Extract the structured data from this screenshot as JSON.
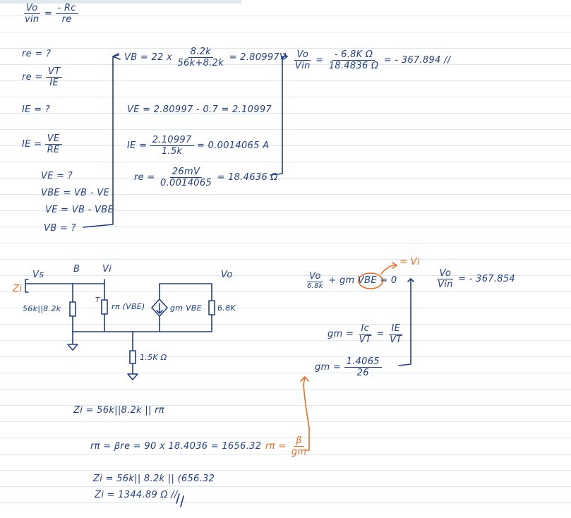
{
  "notes": {
    "gain_top": {
      "num": "Vo",
      "den": "vin",
      "rhs_num": "- Rc",
      "rhs_den": "re",
      "eq": "="
    },
    "re_q": "re = ?",
    "re_def": {
      "lhs": "re =",
      "num": "VT",
      "den": "IE"
    },
    "ie_q": "IE = ?",
    "ie_def": {
      "lhs": "IE =",
      "num": "VE",
      "den": "RE"
    },
    "ve_q": "VE = ?",
    "vbe": "VBE = VB - VE",
    "ve_eq": "VE = VB - VBE",
    "vb_q": "VB = ?",
    "vb_calc": {
      "lhs": "VB = 22 x",
      "num": "8.2k",
      "den": "56k+8.2k",
      "rhs": "= 2.80997V"
    },
    "ve_calc": "VE = 2.80997 - 0.7 = 2.10997",
    "ie_calc": {
      "lhs": "IE =",
      "num": "2.10997",
      "den": "1.5k",
      "rhs": "= 0.0014065 A"
    },
    "re_calc": {
      "lhs": "re =",
      "num": "26mV",
      "den": "0.0014065",
      "rhs": "= 18.4636 Ω"
    },
    "gain_calc": {
      "num": "Vo",
      "den": "Vin",
      "num2": "- 6.8K Ω",
      "den2": "18.4836 Ω",
      "rhs": "= - 367.894 //"
    }
  },
  "circuit": {
    "vs": "Vs",
    "zi": "Zi",
    "b": "B",
    "vi": "Vi",
    "vo": "Vo",
    "r_bias": "56k||8.2k",
    "r_pi": "rπ (VBE)",
    "gm": "gm VBE",
    "r_c": "6.8K",
    "r_e": "1.5K Ω",
    "mark_t": "T"
  },
  "small_signal": {
    "kcl": {
      "num": "Vo",
      "den": "6.8k",
      "mid": "+ gm",
      "circled": "VBE",
      "rhs": "= 0"
    },
    "vi_note": "= Vi",
    "result": {
      "num": "Vo",
      "den": "Vin",
      "rhs": "= - 367.854"
    },
    "gm_def": {
      "lhs": "gm =",
      "num1": "Ic",
      "den1": "VT",
      "eq": "=",
      "num2": "IE",
      "den2": "VT"
    },
    "gm_val": {
      "lhs": "gm =",
      "num": "1.4065",
      "den": "26"
    }
  },
  "input_impedance": {
    "zi_expr": "Zi = 56k||8.2k || rπ",
    "rpi_calc": "rπ = βre = 90 x 18.4036 = 1656.32",
    "rpi_def": {
      "lhs": "rπ =",
      "num": "β",
      "den": "gm"
    },
    "zi_sub": "Zi = 56k|| 8.2k || (656.32",
    "zi_result": "Zi = 1344.89 Ω //"
  },
  "colors": {
    "ink": "#1f3f88",
    "accent": "#ef6b1e",
    "rule": "#d9e7f1"
  }
}
